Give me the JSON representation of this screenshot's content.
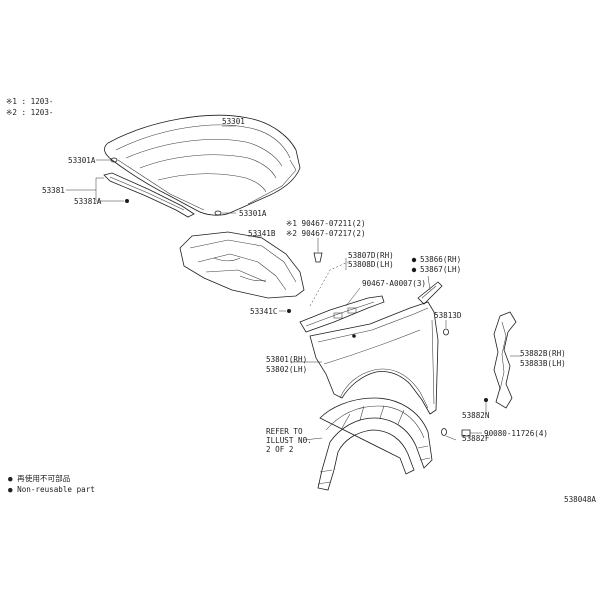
{
  "header": {
    "line1": "※1 : 1203-",
    "line2": "※2 : 1203-"
  },
  "labels": {
    "hood": "53301",
    "hood_cushion_upper": "53301A",
    "hood_seal_group": "53381",
    "hood_seal_clip": "53381A",
    "hood_cushion_lower": "53301A",
    "clip1": "※1 90467-07211(2)",
    "clip2": "※2 90467-07217(2)",
    "hood_insulator": "53341B",
    "insulator_clip": "53341C",
    "fender_seal_rh": "53807D(RH)",
    "fender_seal_lh": "53808D(LH)",
    "seal_clip": "90467-A0007(3)",
    "fender_protector_rh": "53866(RH)",
    "fender_protector_lh": "53867(LH)",
    "grommet": "53813D",
    "fender_rh": "53801(RH)",
    "fender_lh": "53802(LH)",
    "fender_bracket_rh": "53882B(RH)",
    "fender_bracket_lh": "53883B(LH)",
    "bracket_nut": "53882N",
    "bolt": "90080-11726(4)",
    "liner_clip": "53882F",
    "refer_line1": "REFER TO",
    "refer_line2": "ILLUST NO.",
    "refer_line3": "2 OF 2"
  },
  "legend": {
    "line1": "● 再使用不可部品",
    "line2": "● Non-reusable part"
  },
  "figure_code": "538048A"
}
